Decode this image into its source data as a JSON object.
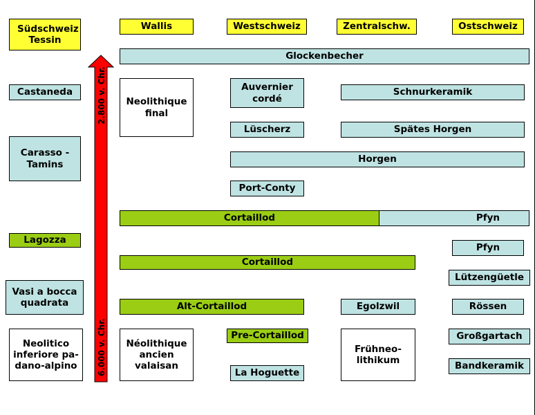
{
  "regions": {
    "south": "Südschweiz Tessin",
    "wallis": "Wallis",
    "west": "Westschweiz",
    "central": "Zentralschw.",
    "east": "Ostschweiz"
  },
  "cultures": {
    "glockenbecher": "Glockenbecher",
    "castaneda": "Castaneda",
    "neolithique_final": "Neolithique final",
    "auvernier_corde": "Auvernier cordé",
    "schnurkeramik": "Schnurkeramik",
    "luscherz": "Lüscherz",
    "spates_horgen": "Spätes Horgen",
    "carasso_tamins": "Carasso - Tamins",
    "horgen": "Horgen",
    "port_conty": "Port-Conty",
    "cortaillod_1": "Cortaillod",
    "pfyn_1": "Pfyn",
    "lagozza": "Lagozza",
    "pfyn_2": "Pfyn",
    "cortaillod_2": "Cortaillod",
    "vasi_bocca": "Vasi a bocca quadrata",
    "lutzenguetle": "Lützengüetle",
    "alt_cortaillod": "Alt-Cortaillod",
    "egolzwil": "Egolzwil",
    "rossen": "Rössen",
    "neolitico_inferiore": "Neolitico inferiore pa-dano-alpino",
    "neolithique_ancien": "Néolithique ancien valaisan",
    "pre_cortaillod": "Pre-Cortaillod",
    "fruhneolithikum": "Frühneo-lithikum",
    "grossgartach": "Großgartach",
    "bandkeramik": "Bandkeramik",
    "la_hoguette": "La Hoguette"
  },
  "timeline": {
    "top_label": "2.800 v. Chr.",
    "bottom_label": "6.000 v. Chr.",
    "color": "#ff0000"
  },
  "colors": {
    "region_header": "#ffff33",
    "culture_blue": "#bfe3e3",
    "culture_green": "#9acd14",
    "culture_white": "#ffffff"
  }
}
